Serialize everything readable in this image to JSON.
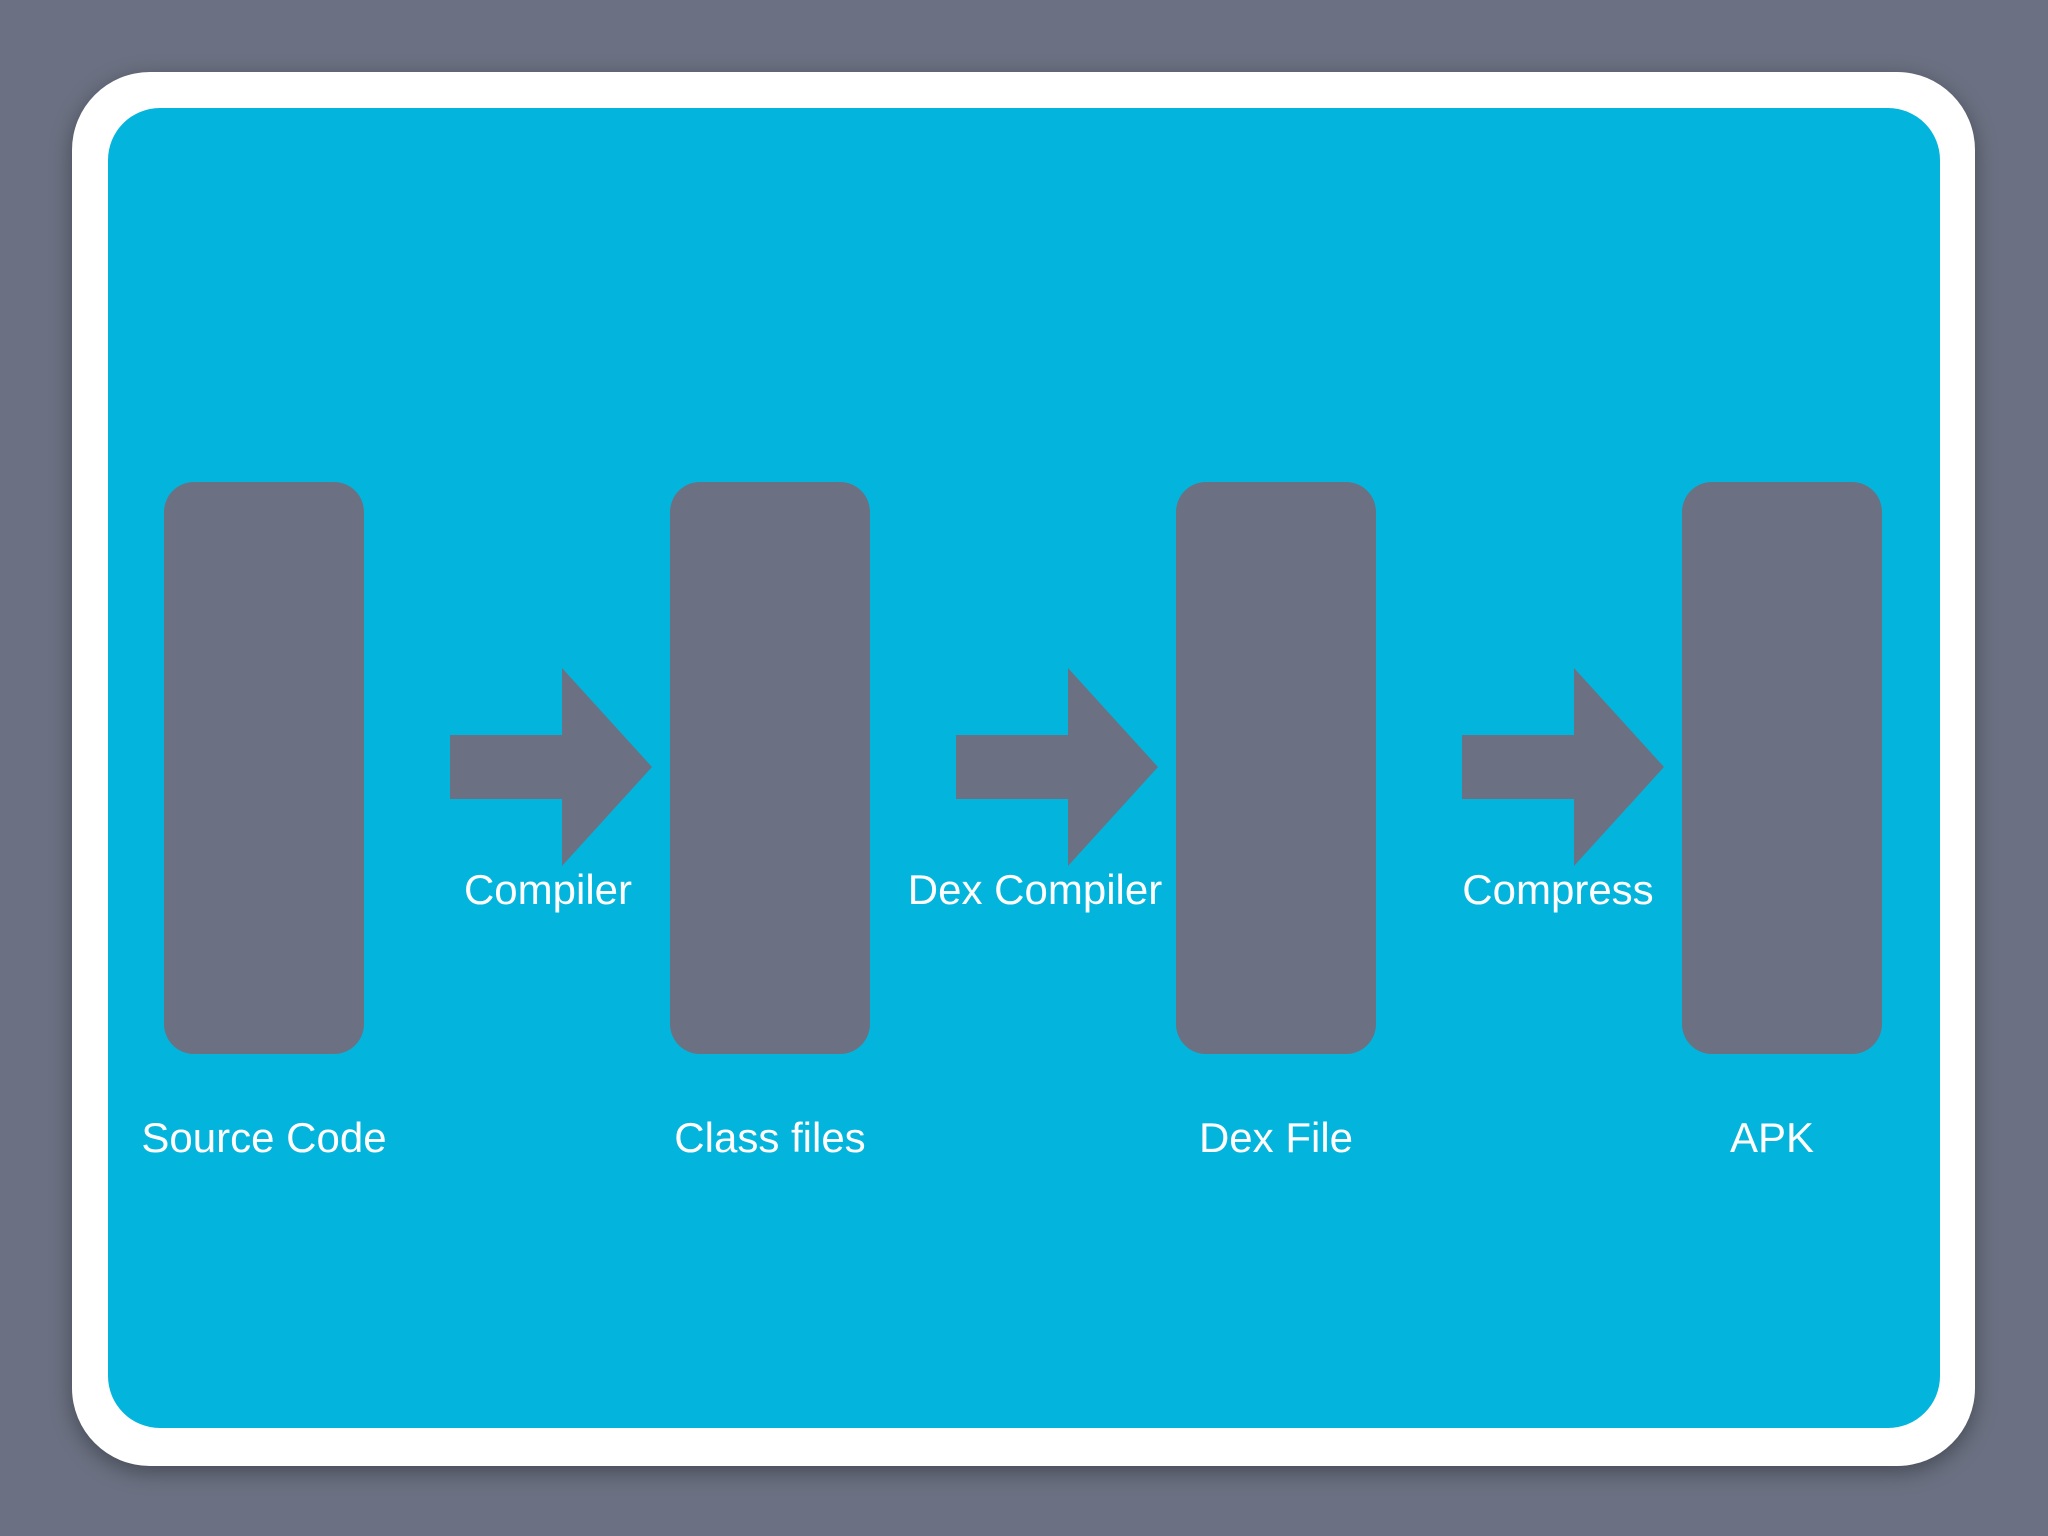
{
  "colors": {
    "background": "#6b7182",
    "frame": "#ffffff",
    "panel": "#03b5dc",
    "shape": "#6b7182",
    "text": "#ffffff"
  },
  "stages": [
    {
      "label": "Source Code"
    },
    {
      "label": "Class files"
    },
    {
      "label": "Dex File"
    },
    {
      "label": "APK"
    }
  ],
  "steps": [
    {
      "label": "Compiler",
      "icon": "arrow-right-icon"
    },
    {
      "label": "Dex Compiler",
      "icon": "arrow-right-icon"
    },
    {
      "label": "Compress",
      "icon": "arrow-right-icon"
    }
  ]
}
